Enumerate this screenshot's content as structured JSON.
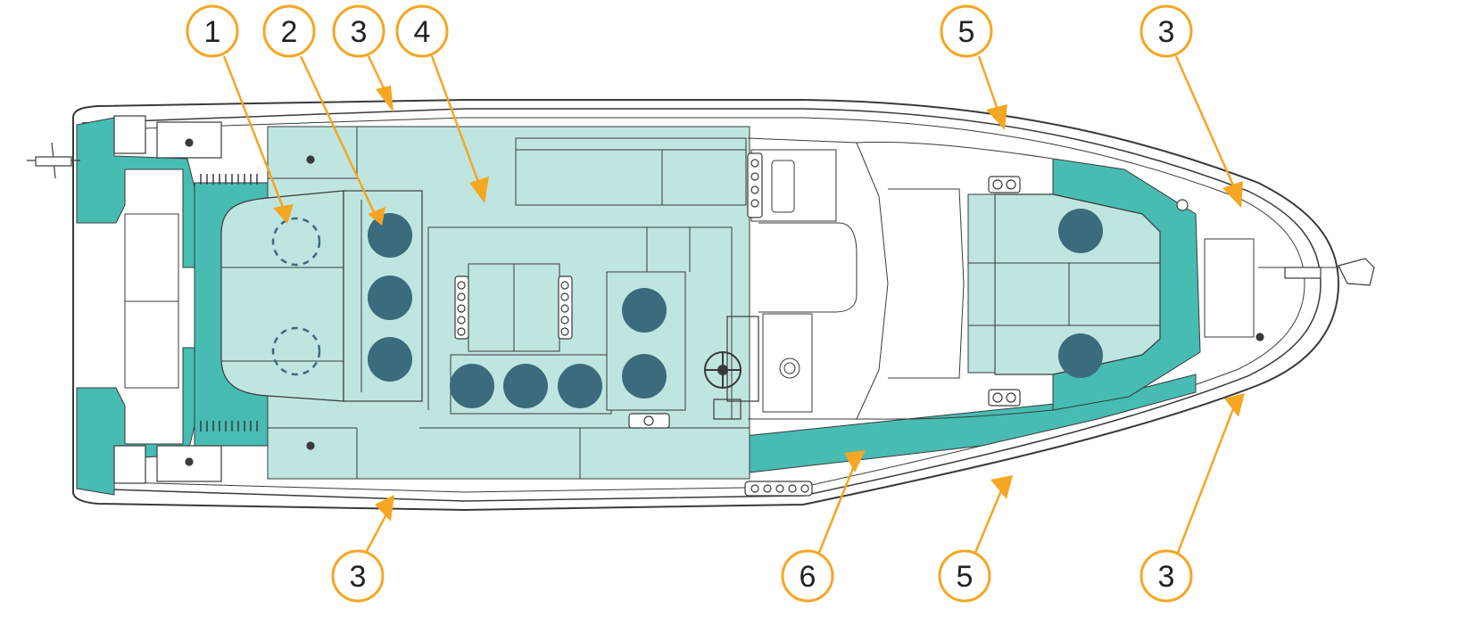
{
  "colors": {
    "callout_stroke": "#F5A623",
    "arrow_fill": "#F5A623",
    "deck_light": "#BFE5E1",
    "deck_teal": "#47BCB3",
    "seat_dark": "#3B6B7D",
    "outline": "#3A3A3A",
    "callout_text": "#222222"
  },
  "callouts": [
    {
      "id": "c1",
      "label": "1"
    },
    {
      "id": "c2",
      "label": "2"
    },
    {
      "id": "c3-top-left",
      "label": "3"
    },
    {
      "id": "c4",
      "label": "4"
    },
    {
      "id": "c5-top",
      "label": "5"
    },
    {
      "id": "c3-top-right",
      "label": "3"
    },
    {
      "id": "c3-bottom-left",
      "label": "3"
    },
    {
      "id": "c6",
      "label": "6"
    },
    {
      "id": "c5-bottom",
      "label": "5"
    },
    {
      "id": "c3-bottom-right",
      "label": "3"
    }
  ]
}
